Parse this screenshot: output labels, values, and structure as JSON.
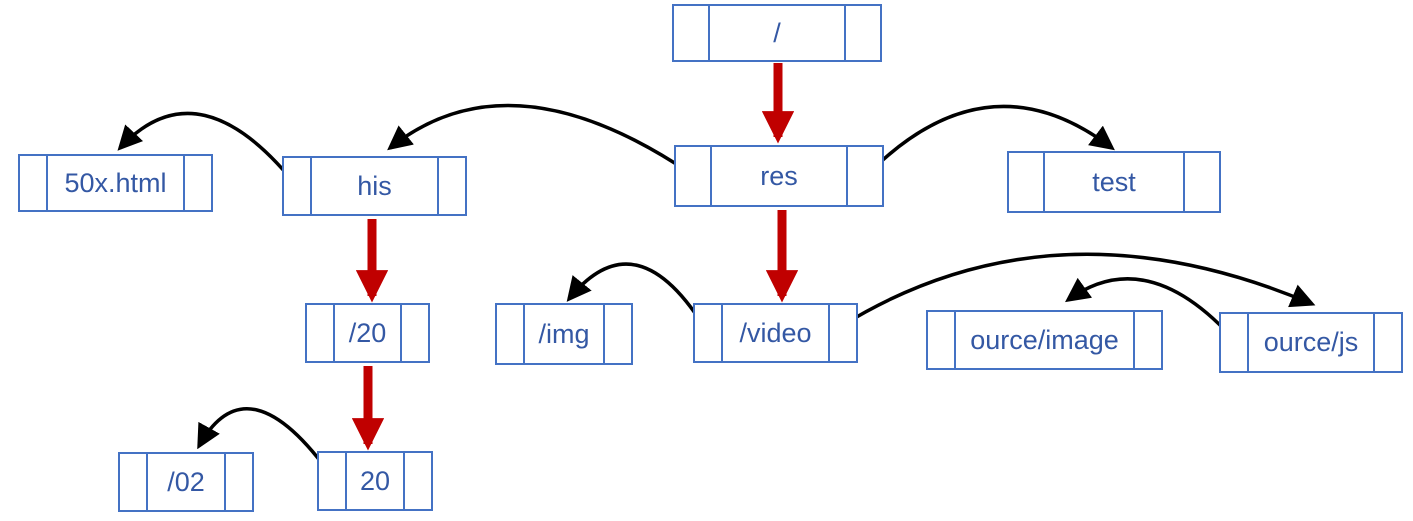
{
  "diagram": {
    "type": "linked-node tree diagram",
    "colors": {
      "node_border": "#4472C4",
      "node_text": "#3458A4",
      "child_arrow": "#C00000",
      "pointer_arrow": "#000000",
      "background": "#FFFFFF"
    },
    "nodes": [
      {
        "id": "root",
        "label": "/"
      },
      {
        "id": "50x-html",
        "label": "50x.html"
      },
      {
        "id": "his",
        "label": "his"
      },
      {
        "id": "res",
        "label": "res"
      },
      {
        "id": "test",
        "label": "test"
      },
      {
        "id": "slash-20",
        "label": "/20"
      },
      {
        "id": "img",
        "label": "/img"
      },
      {
        "id": "video",
        "label": "/video"
      },
      {
        "id": "ource-image",
        "label": "ource/image"
      },
      {
        "id": "ource-js",
        "label": "ource/js"
      },
      {
        "id": "slash-02",
        "label": "/02"
      },
      {
        "id": "twenty",
        "label": "20"
      }
    ],
    "edges": {
      "red_child_arrows": [
        {
          "from": "/",
          "to": "res"
        },
        {
          "from": "his",
          "to": "/20"
        },
        {
          "from": "res",
          "to": "/video"
        },
        {
          "from": "/20",
          "to": "20"
        }
      ],
      "black_pointer_arrows": [
        {
          "from": "his",
          "to": "50x.html"
        },
        {
          "from": "res",
          "to": "his"
        },
        {
          "from": "res",
          "to": "test"
        },
        {
          "from": "/video",
          "to": "/img"
        },
        {
          "from": "/video",
          "to": "ource/js"
        },
        {
          "from": "ource/js",
          "to": "ource/image"
        },
        {
          "from": "20",
          "to": "/02"
        }
      ]
    }
  }
}
